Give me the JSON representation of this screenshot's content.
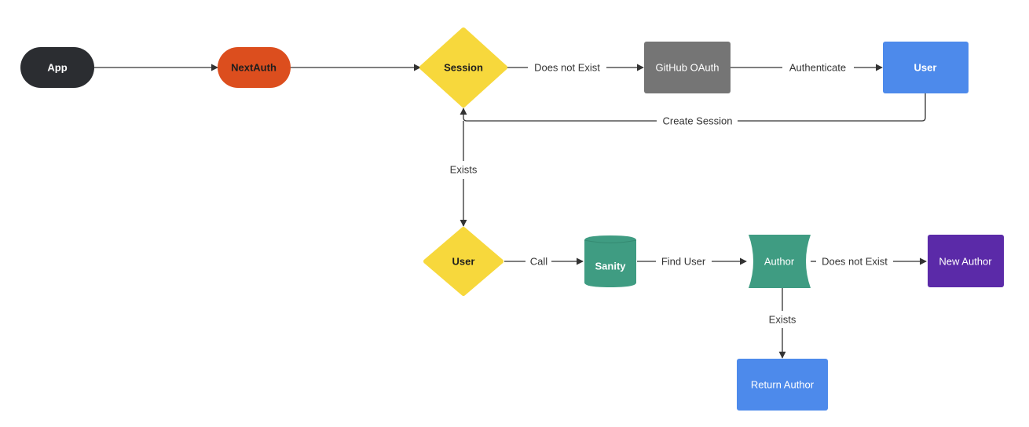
{
  "nodes": {
    "app": {
      "label": "App",
      "color": "#2b2d31",
      "text_color": "#ffffff"
    },
    "nextauth": {
      "label": "NextAuth",
      "color": "#dc4e1e",
      "text_color": "#1e1e1e"
    },
    "session": {
      "label": "Session",
      "color": "#f7d83c",
      "text_color": "#1e1e1e"
    },
    "github": {
      "label": "GitHub OAuth",
      "color": "#757575",
      "text_color": "#ffffff"
    },
    "user_top": {
      "label": "User",
      "color": "#4d8aeb",
      "text_color": "#ffffff"
    },
    "user_decision": {
      "label": "User",
      "color": "#f7d83c",
      "text_color": "#1e1e1e"
    },
    "sanity": {
      "label": "Sanity",
      "color": "#3f9c82",
      "text_color": "#ffffff"
    },
    "author": {
      "label": "Author",
      "color": "#3f9c82",
      "text_color": "#ffffff"
    },
    "new_author": {
      "label": "New Author",
      "color": "#5b2aa8",
      "text_color": "#ffffff"
    },
    "return_author": {
      "label": "Return Author",
      "color": "#4d8aeb",
      "text_color": "#ffffff"
    }
  },
  "edges": {
    "does_not_exist_1": "Does not Exist",
    "authenticate": "Authenticate",
    "create_session": "Create Session",
    "exists_1": "Exists",
    "call": "Call",
    "find_user": "Find User",
    "does_not_exist_2": "Does not Exist",
    "exists_2": "Exists"
  },
  "edge_color": "#333333"
}
